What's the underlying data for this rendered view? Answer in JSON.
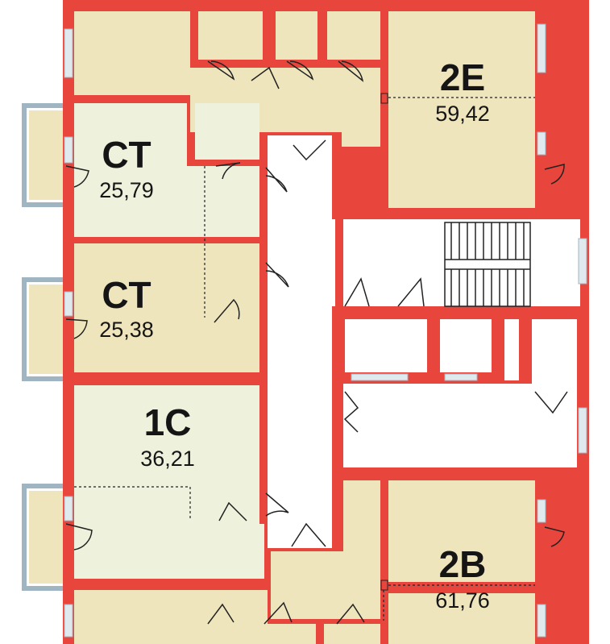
{
  "colors": {
    "wall": "#e8453c",
    "apartment_fill_tan": "#efe5bd",
    "apartment_fill_green": "#eef1dc",
    "balcony_stroke": "#9fb6c2",
    "window_glass": "#dfe9ee",
    "corridor": "#ffffff",
    "stair_line": "#222222",
    "text": "#151515"
  },
  "units": [
    {
      "id": "2E",
      "code": "2E",
      "area": "59,42"
    },
    {
      "id": "CT-upper",
      "code": "CT",
      "area": "25,79"
    },
    {
      "id": "CT-lower",
      "code": "CT",
      "area": "25,38"
    },
    {
      "id": "1C",
      "code": "1C",
      "area": "36,21"
    },
    {
      "id": "2B",
      "code": "2B",
      "area": "61,76"
    }
  ]
}
